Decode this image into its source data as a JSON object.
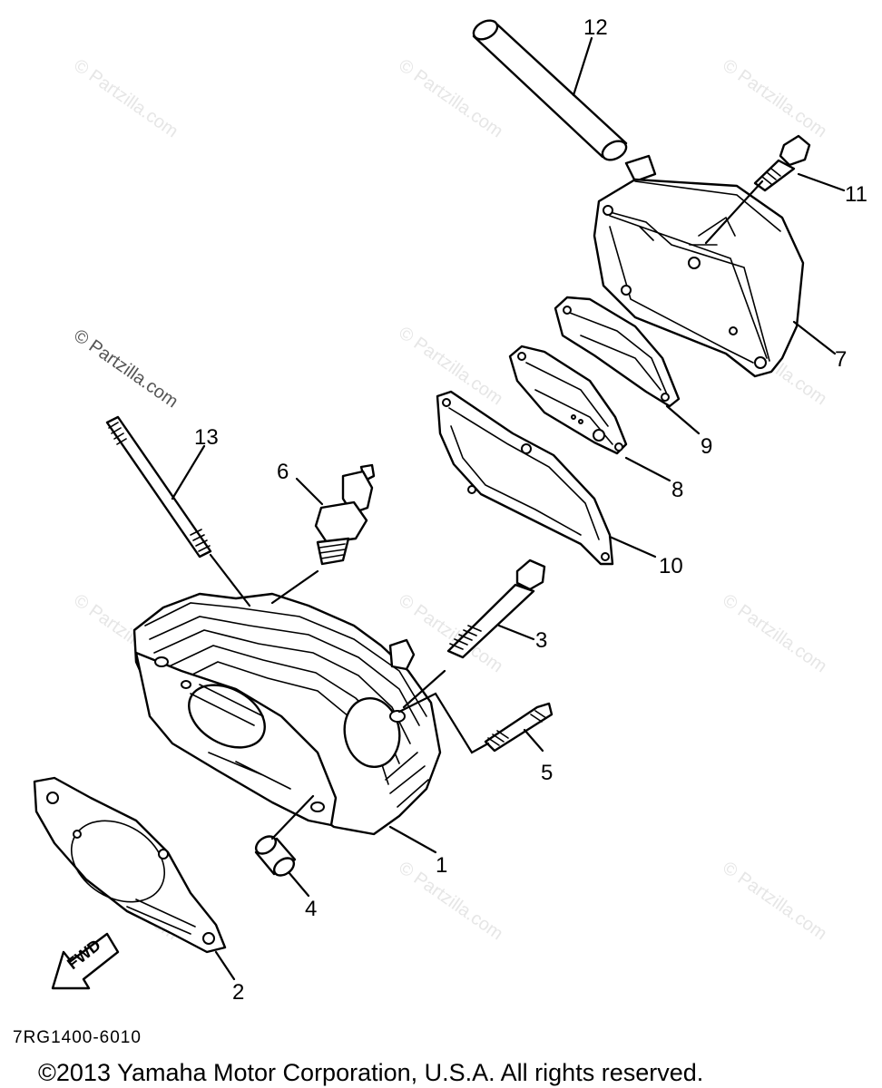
{
  "callouts": [
    {
      "id": "1",
      "label": "1"
    },
    {
      "id": "2",
      "label": "2"
    },
    {
      "id": "3",
      "label": "3"
    },
    {
      "id": "4",
      "label": "4"
    },
    {
      "id": "5",
      "label": "5"
    },
    {
      "id": "6",
      "label": "6"
    },
    {
      "id": "7",
      "label": "7"
    },
    {
      "id": "8",
      "label": "8"
    },
    {
      "id": "9",
      "label": "9"
    },
    {
      "id": "10",
      "label": "10"
    },
    {
      "id": "11",
      "label": "11"
    },
    {
      "id": "12",
      "label": "12"
    },
    {
      "id": "13",
      "label": "13"
    }
  ],
  "watermark": "© Partzilla.com",
  "fwd_label": "FWD",
  "diagram_code": "7RG1400-6010",
  "copyright": "©2013 Yamaha Motor Corporation, U.S.A. All rights reserved."
}
